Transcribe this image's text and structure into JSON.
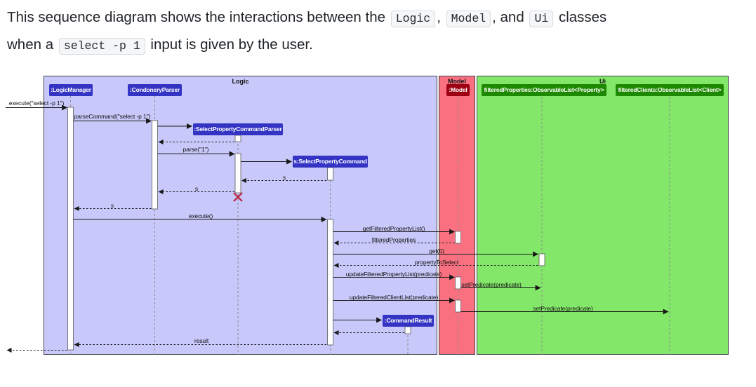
{
  "intro": {
    "t1": "This sequence diagram shows the interactions between the ",
    "c1": "Logic",
    "t2": ", ",
    "c2": "Model",
    "t3": ", and ",
    "c3": "Ui",
    "t4": " classes",
    "t5": "when a ",
    "c4": "select -p 1",
    "t6": " input is given by the user."
  },
  "diagram": {
    "type": "uml-sequence",
    "frames": [
      {
        "label": "Logic",
        "bg": "#C8C8FA"
      },
      {
        "label": "Model",
        "bg": "#F97181"
      },
      {
        "label": "Ui",
        "bg": "#83E769"
      }
    ],
    "participants": [
      {
        "name": ":LogicManager",
        "frame": "Logic",
        "color": "#3333C4"
      },
      {
        "name": ":CondoneryParser",
        "frame": "Logic",
        "color": "#3333C4"
      },
      {
        "name": ":SelectPropertyCommandParser",
        "frame": "Logic",
        "color": "#3333C4",
        "lifecycle": "created then destroyed"
      },
      {
        "name": "s:SelectPropertyCommand",
        "frame": "Logic",
        "color": "#3333C4",
        "lifecycle": "created"
      },
      {
        "name": ":CommandResult",
        "frame": "Logic",
        "color": "#3333C4",
        "lifecycle": "created"
      },
      {
        "name": ":Model",
        "frame": "Model",
        "color": "#9D0012"
      },
      {
        "name": "filteredProperties:ObservableList<Property>",
        "frame": "Ui",
        "color": "#1D8900"
      },
      {
        "name": "filteredClients:ObservableList<Client>",
        "frame": "Ui",
        "color": "#1D8900"
      }
    ],
    "messages": [
      {
        "label": "execute(\"select -p 1\")",
        "from": "user",
        "to": ":LogicManager",
        "style": "solid"
      },
      {
        "label": "parseCommand(\"select -p 1\")",
        "from": ":LogicManager",
        "to": ":CondoneryParser",
        "style": "solid"
      },
      {
        "label": "parse(\"1\")",
        "from": ":CondoneryParser",
        "to": ":SelectPropertyCommandParser",
        "style": "solid"
      },
      {
        "label": "s",
        "from": "s:SelectPropertyCommand",
        "to": ":SelectPropertyCommandParser",
        "style": "return"
      },
      {
        "label": "s",
        "from": ":SelectPropertyCommandParser",
        "to": ":CondoneryParser",
        "style": "return"
      },
      {
        "label": "s",
        "from": ":CondoneryParser",
        "to": ":LogicManager",
        "style": "return"
      },
      {
        "label": "execute()",
        "from": ":LogicManager",
        "to": "s:SelectPropertyCommand",
        "style": "solid"
      },
      {
        "label": "getFilteredPropertyList()",
        "from": "s:SelectPropertyCommand",
        "to": ":Model",
        "style": "solid"
      },
      {
        "label": "filteredProperties",
        "from": ":Model",
        "to": "s:SelectPropertyCommand",
        "style": "return"
      },
      {
        "label": "get(0)",
        "from": "s:SelectPropertyCommand",
        "to": "filteredProperties:ObservableList<Property>",
        "style": "solid"
      },
      {
        "label": "propertyToSelect",
        "from": "filteredProperties:ObservableList<Property>",
        "to": "s:SelectPropertyCommand",
        "style": "return"
      },
      {
        "label": "updateFilteredPropertyList(predicate)",
        "from": "s:SelectPropertyCommand",
        "to": ":Model",
        "style": "solid"
      },
      {
        "label": "setPredicate(predicate)",
        "from": ":Model",
        "to": "filteredProperties:ObservableList<Property>",
        "style": "solid"
      },
      {
        "label": "updateFilteredClientList(predicate)",
        "from": "s:SelectPropertyCommand",
        "to": ":Model",
        "style": "solid"
      },
      {
        "label": "setPredicate(predicate)",
        "from": ":Model",
        "to": "filteredClients:ObservableList<Client>",
        "style": "solid"
      },
      {
        "label": "result",
        "from": "s:SelectPropertyCommand",
        "to": ":LogicManager",
        "style": "return"
      }
    ],
    "destroy_marker_on": ":SelectPropertyCommandParser",
    "colors": {
      "logic": "#3333C4",
      "model": "#9D0012",
      "ui": "#1D8900",
      "logic_bg": "#C8C8FA",
      "model_bg": "#F97181",
      "ui_bg": "#83E769",
      "destroy_x": "#B8243C"
    }
  }
}
